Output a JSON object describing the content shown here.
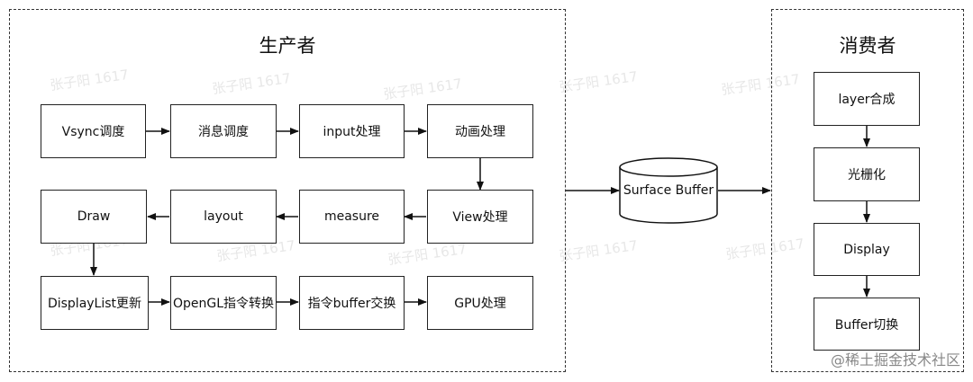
{
  "producer": {
    "title": "生产者",
    "nodes": {
      "vsync": "Vsync调度",
      "msg": "消息调度",
      "input": "input处理",
      "anim": "动画处理",
      "view": "View处理",
      "measure": "measure",
      "layout": "layout",
      "draw": "Draw",
      "displaylist": "DisplayList更新",
      "opengl": "OpenGL指令转换",
      "swap": "指令buffer交换",
      "gpu": "GPU处理"
    }
  },
  "buffer": {
    "label": "Surface Buffer"
  },
  "consumer": {
    "title": "消费者",
    "nodes": {
      "layer": "layer合成",
      "raster": "光栅化",
      "display": "Display",
      "bufswap": "Buffer切换"
    }
  },
  "watermark_text": "张子阳 1617",
  "footer": "@稀土掘金技术社区"
}
